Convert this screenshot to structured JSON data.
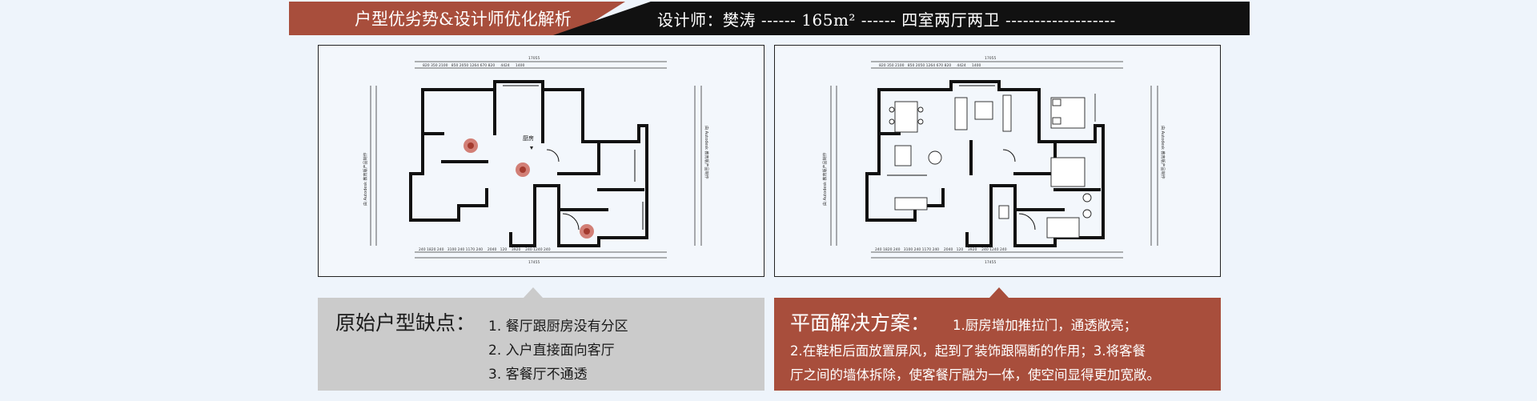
{
  "header": {
    "left_title": "户型优劣势&设计师优化解析",
    "designer_label": "设计师：樊涛",
    "sep1": " ------ ",
    "area": "165m²",
    "sep2": " ------ ",
    "layout": "四室两厅两卫",
    "sep3": " -------------------"
  },
  "plans": {
    "left": {
      "total_top": "17055",
      "total_bottom": "17455",
      "room_label": "厨房",
      "stamp": "由 Autodesk 教育版产品制作"
    },
    "right": {
      "total_top": "17055",
      "total_bottom": "17455",
      "stamp": "由 Autodesk 教育版产品制作"
    }
  },
  "original": {
    "title": "原始户型缺点：",
    "lines": [
      "1. 餐厅跟厨房没有分区",
      "2. 入户直接面向客厅",
      "3. 客餐厅不通透"
    ]
  },
  "solution": {
    "title": "平面解决方案：",
    "lines": [
      "1.厨房增加推拉门，通透敞亮；",
      "2.在鞋柜后面放置屏风，起到了装饰跟隔断的作用；3.将客餐",
      "厅之间的墙体拆除，使客餐厅融为一体，使空间显得更加宽敞。"
    ]
  },
  "colors": {
    "accent": "#a84e3c",
    "dark": "#111111",
    "wall": "#111111",
    "marker": "#c7574a"
  }
}
